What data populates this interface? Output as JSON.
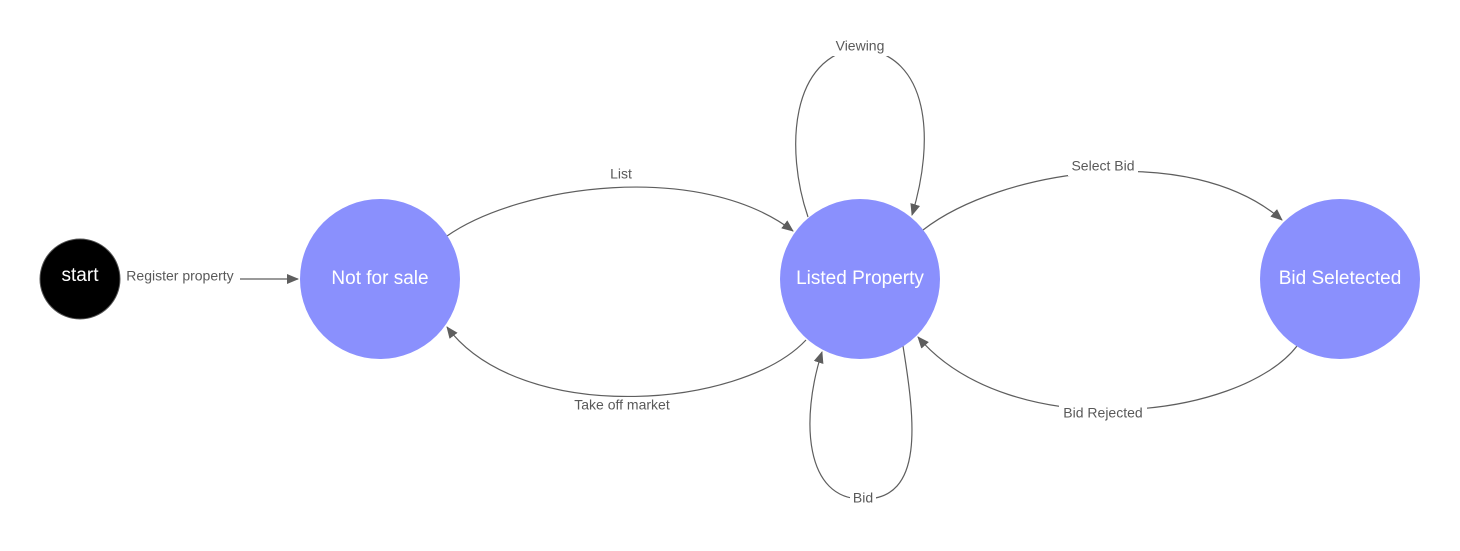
{
  "colors": {
    "state_fill": "#8a90fd",
    "start_fill": "#000000",
    "edge": "#5e5e5e",
    "label": "#595959"
  },
  "nodes": {
    "start": {
      "label": "start"
    },
    "not_for_sale": {
      "label": "Not for sale"
    },
    "listed": {
      "label": "Listed Property"
    },
    "bid_selected": {
      "label": "Bid Seletected"
    }
  },
  "edges": {
    "register": {
      "label": "Register property",
      "from": "start",
      "to": "Not for sale"
    },
    "list": {
      "label": "List",
      "from": "Not for sale",
      "to": "Listed Property"
    },
    "take_off": {
      "label": "Take off market",
      "from": "Listed Property",
      "to": "Not for sale"
    },
    "viewing": {
      "label": "Viewing",
      "from": "Listed Property",
      "to": "Listed Property"
    },
    "bid": {
      "label": "Bid",
      "from": "Listed Property",
      "to": "Listed Property"
    },
    "select_bid": {
      "label": "Select Bid",
      "from": "Listed Property",
      "to": "Bid Seletected"
    },
    "bid_rejected": {
      "label": "Bid Rejected",
      "from": "Bid Seletected",
      "to": "Listed Property"
    }
  }
}
